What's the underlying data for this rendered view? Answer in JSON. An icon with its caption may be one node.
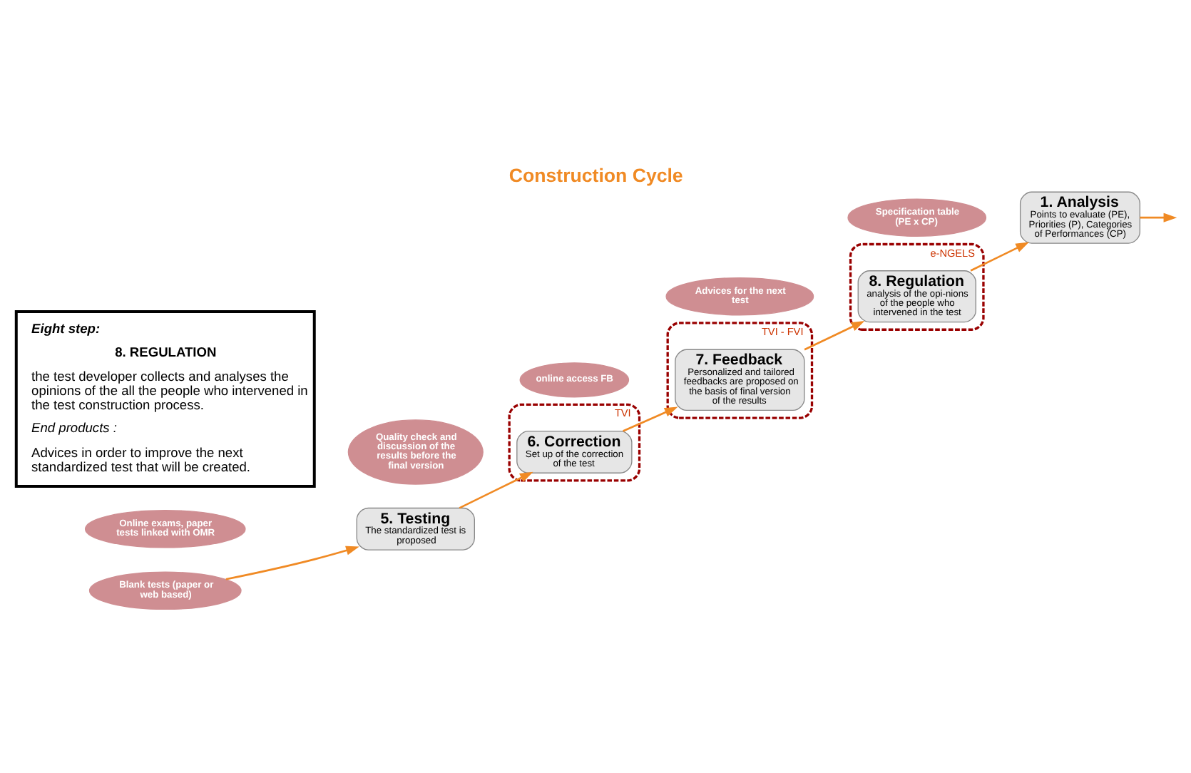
{
  "diagram": {
    "title": "Construction Cycle",
    "nodes": [
      {
        "text": [
          "1. Analysis",
          "Points to evaluate (PE), Priorities (P), Categories of Performances (CP)"
        ]
      },
      {
        "text": [
          "Specification table (PE x CP)"
        ]
      },
      {
        "text": [
          "e-NGELS"
        ]
      },
      {
        "text": [
          "8. Regulation",
          "analysis of the opi-nions of the people who intervened in the test"
        ],
        "in": 2
      },
      {
        "text": [
          "Advices for the next test"
        ]
      },
      {
        "text": [
          "TVI - FVI"
        ]
      },
      {
        "text": [
          "7. Feedback",
          "Personalized and tailored feedbacks are proposed on the basis of final version of the results"
        ],
        "in": 5
      },
      {
        "text": [
          "online access FB"
        ]
      },
      {
        "text": [
          "TVI"
        ]
      },
      {
        "text": [
          "6. Correction",
          "Set up of the correction of the test"
        ],
        "in": 8
      },
      {
        "text": [
          "Quality check and discussion of the results before the final version"
        ]
      },
      {
        "text": [
          "5. Testing",
          "The standardized test is proposed"
        ]
      },
      {
        "text": [
          "Online exams, paper tests linked with OMR"
        ]
      },
      {
        "text": [
          "Blank tests (paper or web based)"
        ]
      },
      {
        "text": [
          "Eight step:",
          "8. REGULATION",
          "the test developer collects and analyses the opinions of the all the people who intervened in the test construction process.",
          "End products :",
          "Advices in order to improve the next standardized test that will be created."
        ]
      }
    ],
    "edges": [
      {
        "from": 0,
        "to": null,
        "arrow": "to"
      },
      {
        "from": 13,
        "to": 11,
        "arrow": "to"
      },
      {
        "from": 11,
        "to": 9,
        "arrow": "to"
      },
      {
        "from": 9,
        "to": 6,
        "arrow": "to"
      },
      {
        "from": 6,
        "to": 3,
        "arrow": "to"
      },
      {
        "from": 3,
        "to": 0,
        "arrow": "to"
      }
    ]
  }
}
